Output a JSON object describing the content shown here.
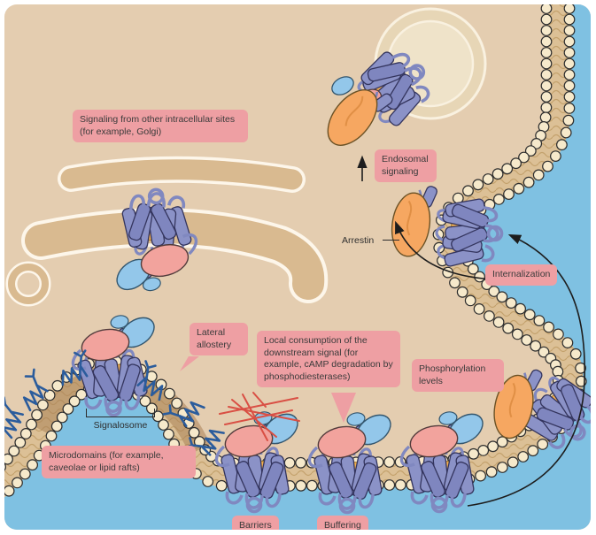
{
  "labels": {
    "golgi_sites": "Signaling from other intracellular sites (for example, Golgi)",
    "endosomal": "Endosomal signaling",
    "arrestin": "Arrestin",
    "internalization": "Internalization",
    "lateral_allostery": "Lateral allostery",
    "local_consumption": "Local consumption of the downstream signal (for example, cAMP degradation by phosphodiesterases)",
    "phosphorylation": "Phosphorylation levels",
    "signalosome": "Signalosome",
    "microdomains": "Microdomains (for example, caveolae or lipid rafts)",
    "barriers": "Barriers",
    "buffering": "Buffering"
  },
  "colors": {
    "cytoplasm": "#e4cdb0",
    "extracellular_blue": "#7fc1e2",
    "label_pink": "#ee9fa3",
    "label_text": "#3b3b3b",
    "membrane_tan": "#dcc096",
    "bead_cream": "#f6e9cb",
    "receptor_purple": "#8b92c7",
    "g_protein_pink": "#f2a39d",
    "effector_blue": "#93c7ea",
    "arrestin_orange": "#f6a761",
    "ligand_orange": "#f5b14e",
    "caveolin_blue": "#2b5c9c",
    "barrier_red": "#d94f44",
    "golgi_tan": "#d9ba90",
    "endosome_fill": "#efe3c9"
  }
}
